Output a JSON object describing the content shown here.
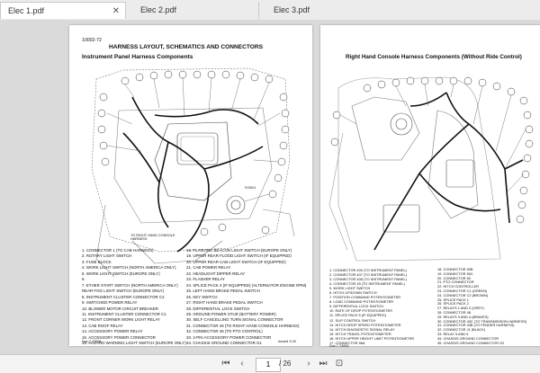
{
  "tabs": [
    {
      "label": "Elec 1.pdf",
      "active": true
    },
    {
      "label": "Elec 2.pdf",
      "active": false
    },
    {
      "label": "Elec 3.pdf",
      "active": false
    }
  ],
  "left_page": {
    "code": "10002-72",
    "title": "HARNESS LAYOUT, SCHEMATICS AND CONNECTORS",
    "subtitle": "Instrument Panel Harness Components",
    "callout": "TO RIGHT HAND CONSOLE HARNESS",
    "list_left": [
      "1.  CONNECTOR 1 (TO CAB HARNESS)",
      "2.  ROTARY LIGHT SWITCH",
      "3.  FUSE BLOCK",
      "4.  WORK LIGHT SWITCH (NORTH AMERICA ONLY)",
      "5.  WORK LIGHT SWITCH (EUROPE ONLY)",
      "6.",
      "7.  ETHER START SWITCH (NORTH AMERICA ONLY)",
      "    REAR FOG LIGHT SWITCH (EUROPE ONLY)",
      "8.  INSTRUMENT CLUSTER CONNECTOR C2",
      "9.  SWITCHED POWER RELAY",
      "10. BLOWER MOTOR CIRCUIT BREAKER",
      "11. INSTRUMENT CLUSTER CONNECTOR C1",
      "12. FRONT CORNER WORK LIGHT RELAY",
      "13. CAB ROOF RELAY",
      "14. ACCESSORY POWER RELAY",
      "15. ACCESSORY POWER CONNECTOR",
      "16. HAZARD WARNING LIGHT SWITCH (EUROPE ONLY)"
    ],
    "list_right": [
      "18. FLASHING BEACON LIGHT SWITCH (EUROPE ONLY)",
      "19. UPPER REAR FLOOD LIGHT SWITCH (IF EQUIPPED)",
      "20. UPPER REAR CAB LIGHT SWITCH (IF EQUIPPED)",
      "21. CAB POWER RELAY",
      "22. HEADLIGHT DIPPER RELAY",
      "23. FLASHER RELAY",
      "24. SPLICE PACK 4 (IF EQUIPPED) (ALTERNATOR ENGINE RPM)",
      "25. LEFT HAND BRAKE PEDAL SWITCH",
      "26. KEY SWITCH",
      "27. RIGHT HAND BRAKE PEDAL SWITCH",
      "28. DIFFERENTIAL LOCK SWITCH",
      "29. GROUND POWER STUD (BATTERY POWER)",
      "30. SELF CANCELLING TURN SIGNAL CONNECTOR",
      "31. CONNECTOR 45 (TO RIGHT HAND CONSOLE HARNESS)",
      "32. CONNECTOR 46 (TO PTO CONTROL)",
      "33. 2-PIN ACCESSORY POWER CONNECTOR",
      "34. CHASSIS GROUND CONNECTOR G1"
    ],
    "footer_left": "Doc 7-72691",
    "footer_right": "Issued 3-00"
  },
  "right_page": {
    "subtitle": "Right Hand Console Harness Components (Without Ride Control)",
    "list_left": [
      "1.  CONNECTOR 400 (TO INSTRUMENT PANEL)",
      "2.  CONNECTOR 407 (TO INSTRUMENT PANEL)",
      "3.  CONNECTOR 408 (TO INSTRUMENT PANEL)",
      "4.  CONNECTOR 45 (TO INSTRUMENT PANEL)",
      "5.  WORK LIGHT SWITCH",
      "6.  HITCH UP/DOWN SWITCH",
      "7.  POSITION COMMAND POTENTIOMETER",
      "8.  LOAD COMMAND POTENTIOMETER",
      "9.  DIFFERENTIAL LOCK SWITCH",
      "10. RATE OF DROP POTENTIOMETER",
      "11. SPLICE PACK 5 (IF EQUIPPED)",
      "12. SLIP CONTROL SWITCH",
      "13. HITCH DROP SPEED POTENTIOMETER",
      "14. HITCH DIAGNOSTIC SIGNAL RELAY",
      "15. HITCH TRAVEL POTENTIOMETER",
      "16. HITCH UPPER HEIGHT LIMIT POTENTIOMETER",
      "17. CONNECTOR 56A"
    ],
    "list_right": [
      "18. CONNECTOR 50B",
      "19. CONNECTOR 50C",
      "20. CONNECTOR 60",
      "21. PTO CONNECTOR",
      "22. HITCH CONTROLLER",
      "23. CONNECTOR C1 (GREEN)",
      "24. CONNECTOR C2 (BROWN)",
      "25. SPLICE PACK 1",
      "26. SPLICE PACK 2",
      "27. RELAYS 1 AND 2 (GREY)",
      "28. CONNECTOR 48",
      "29. RELAYS 3 AND 4 (BRAKES)",
      "30. CONNECTOR 43C (TO TRANSMISSION HARNESS)",
      "31. CONNECTOR 43B (TO FENDER HARNESS)",
      "32. CONNECTOR J1 (BLACK)",
      "33. RELAY 5 AND 6",
      "34. CHASSIS GROUND CONNECTOR",
      "35. CHASSIS GROUND CONNECTOR G2"
    ],
    "footer_left": "Doc 7-72691"
  },
  "toolbar": {
    "current_page": "1",
    "total_pages": "/ 26"
  },
  "icons": {
    "tab_close": "close-icon",
    "prev": "chevron-left-icon",
    "next": "chevron-right-icon",
    "first": "first-page-icon",
    "last": "last-page-icon"
  }
}
